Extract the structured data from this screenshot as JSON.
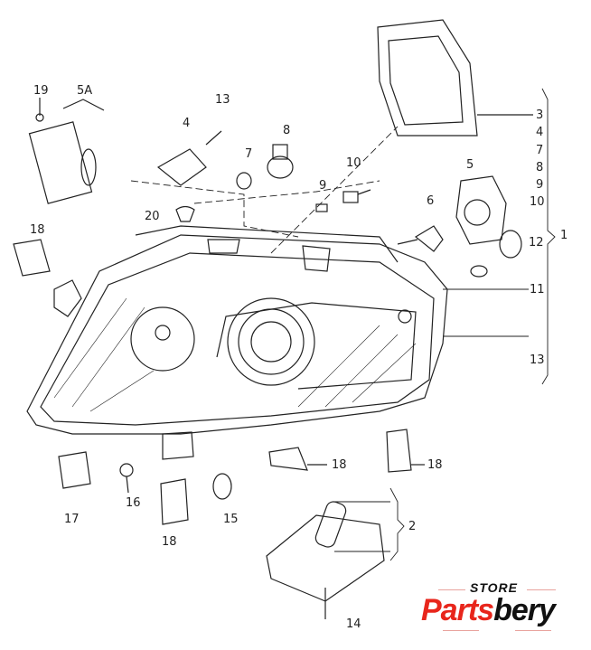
{
  "diagram": {
    "callouts": {
      "c19": "19",
      "c5a": "5A",
      "c13a": "13",
      "c4a": "4",
      "c8a": "8",
      "c7a": "7",
      "c10a": "10",
      "c9a": "9",
      "c5": "5",
      "c6": "6",
      "c20": "20",
      "c18a": "18",
      "c3": "3",
      "c4b": "4",
      "c7b": "7",
      "c8b": "8",
      "c9b": "9",
      "c10b": "10",
      "c12": "12",
      "c1": "1",
      "c11": "11",
      "c13b": "13",
      "c18b": "18",
      "c18c": "18",
      "c16": "16",
      "c17": "17",
      "c15": "15",
      "c18d": "18",
      "c2": "2",
      "c14": "14"
    }
  },
  "logo": {
    "store": "STORE",
    "part1": "Parts",
    "part2": "bery",
    "colors": {
      "red": "#e8261c",
      "black": "#111111"
    }
  }
}
